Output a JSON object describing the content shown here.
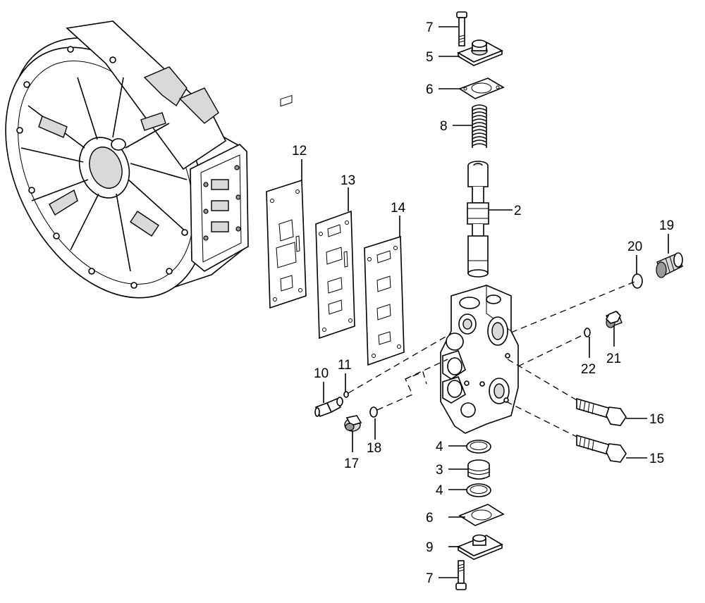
{
  "callouts": {
    "c2": "2",
    "c3": "3",
    "c4a": "4",
    "c4b": "4",
    "c5": "5",
    "c6a": "6",
    "c6b": "6",
    "c7a": "7",
    "c7b": "7",
    "c8": "8",
    "c9": "9",
    "c10": "10",
    "c11": "11",
    "c12": "12",
    "c13": "13",
    "c14": "14",
    "c15": "15",
    "c16": "16",
    "c17": "17",
    "c18": "18",
    "c19": "19",
    "c20": "20",
    "c21": "21",
    "c22": "22"
  }
}
